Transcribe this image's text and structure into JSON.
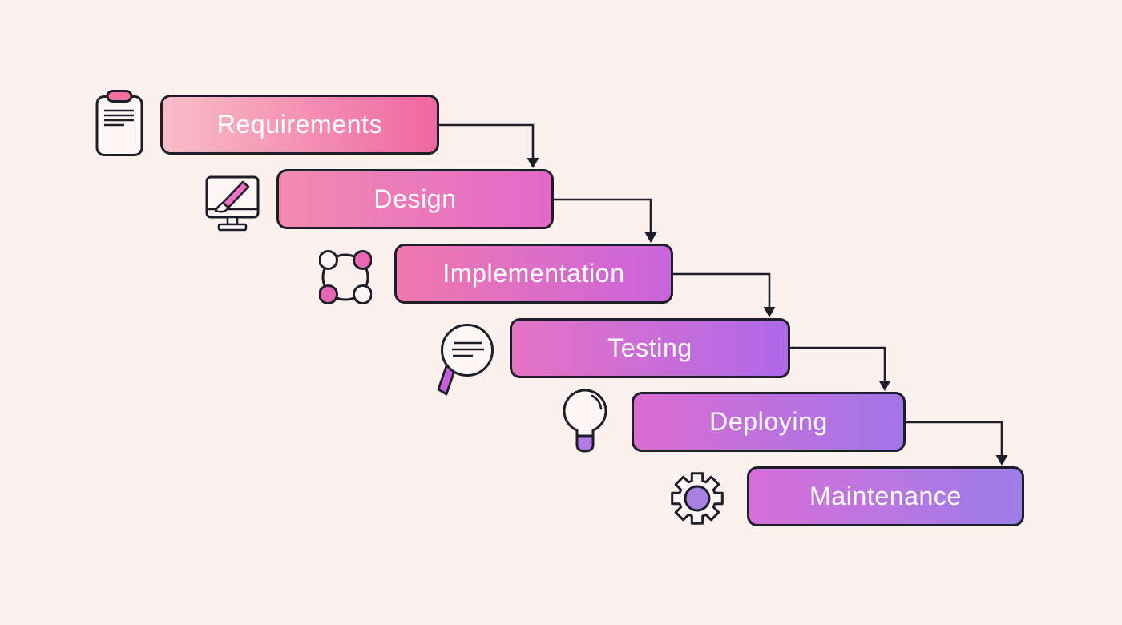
{
  "canvas": {
    "background": "#fdf1ee",
    "outline_color": "#1c1e2a",
    "label_text_color": "#ffffff",
    "icon_fill": "#fef7f5"
  },
  "stages": [
    {
      "label": "Requirements",
      "icon": "clipboard-icon",
      "gradient_start": "#f8bdc9",
      "gradient_end": "#f0679f",
      "accent": "#f4709f"
    },
    {
      "label": "Design",
      "icon": "monitor-paintbrush-icon",
      "gradient_start": "#f38aad",
      "gradient_end": "#e369c9",
      "accent": "#ef72c4"
    },
    {
      "label": "Implementation",
      "icon": "network-nodes-icon",
      "gradient_start": "#f078ae",
      "gradient_end": "#c964de",
      "accent": "#e767b2"
    },
    {
      "label": "Testing",
      "icon": "magnifier-icon",
      "gradient_start": "#e673c3",
      "gradient_end": "#af68e9",
      "accent": "#c75fd8"
    },
    {
      "label": "Deploying",
      "icon": "lightbulb-icon",
      "gradient_start": "#da6cd1",
      "gradient_end": "#a275e9",
      "accent": "#b47ae5"
    },
    {
      "label": "Maintenance",
      "icon": "gear-icon",
      "gradient_start": "#d76fd9",
      "gradient_end": "#9c7de8",
      "accent": "#a980e2"
    }
  ],
  "connectors": {
    "color": "#1c1e2a",
    "style": "right-angle-arrow-down",
    "count": 5
  }
}
